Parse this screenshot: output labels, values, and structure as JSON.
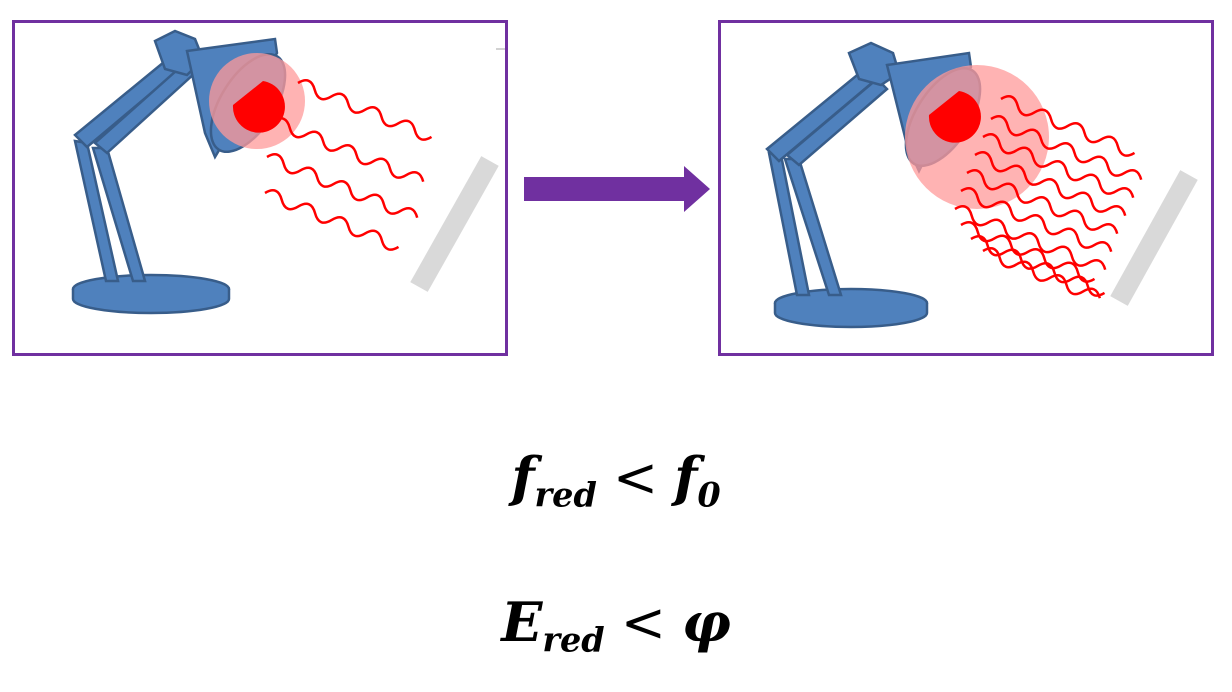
{
  "figure": {
    "colors": {
      "panel_border": "#7030a0",
      "arrow": "#7030a0",
      "lamp_fill": "#4f81bd",
      "lamp_outline": "#385d8a",
      "bulb": "#ff0000",
      "glow": "#ff9999",
      "waves": "#ff0000",
      "metal_plate": "#d9d9d9"
    },
    "left_panel": {
      "icons": [
        "desk-lamp-icon",
        "light-bulb-icon",
        "red-light-waves-icon",
        "metal-plate-icon"
      ],
      "wave_count": 4
    },
    "right_panel": {
      "icons": [
        "desk-lamp-icon",
        "light-bulb-icon",
        "red-light-waves-icon",
        "metal-plate-icon"
      ],
      "wave_count": 10
    },
    "arrow_icon": "right-arrow-icon"
  },
  "formulas": [
    {
      "lhs": "f",
      "lhs_sub": "red",
      "relation": "<",
      "rhs": "f",
      "rhs_sub": "0"
    },
    {
      "lhs": "E",
      "lhs_sub": "red",
      "relation": "<",
      "rhs": "φ",
      "rhs_sub": ""
    }
  ]
}
